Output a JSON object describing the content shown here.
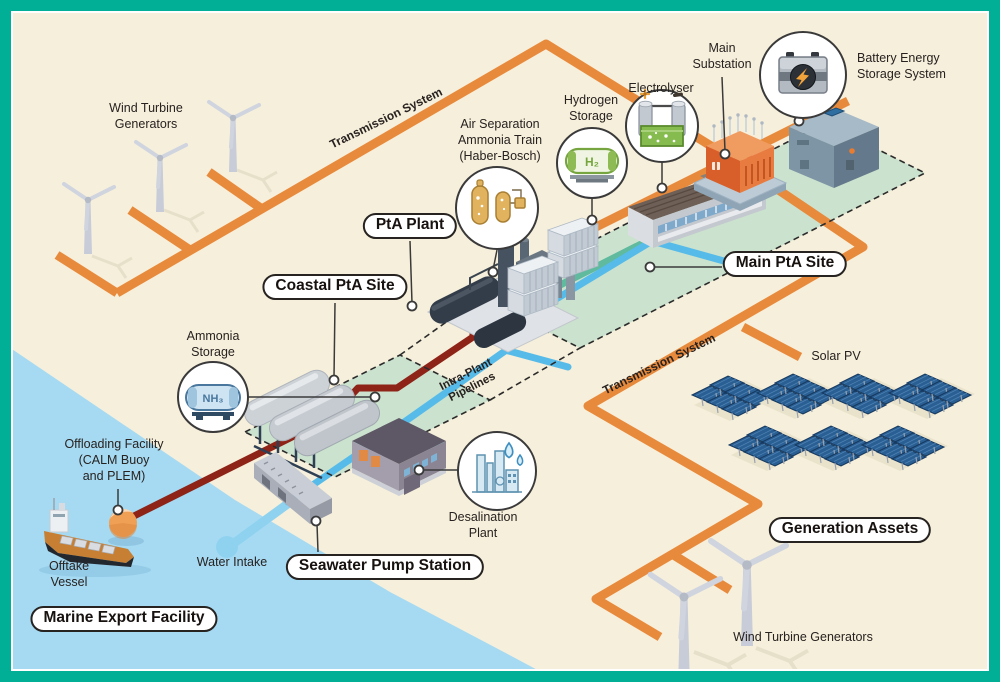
{
  "diagram": {
    "type": "isometric-infographic",
    "subject": "Power-to-Ammonia (PtA) project infrastructure overview",
    "labels": {
      "wind_top": "Wind Turbine\nGenerators",
      "transmission_top": "Transmission System",
      "air_separation": "Air Separation\nAmmonia Train\n(Haber-Bosch)",
      "hydrogen_storage": "Hydrogen\nStorage",
      "electrolyser": "Electrolyser",
      "main_substation": "Main\nSubstation",
      "battery_storage": "Battery Energy\nStorage System",
      "ammonia_storage": "Ammonia\nStorage",
      "solar_pv": "Solar PV",
      "intra_plant": "Intra-Plant\nPipelines",
      "transmission_bottom": "Transmission System",
      "offloading": "Offloading Facility\n(CALM Buoy\nand PLEM)",
      "offtake_vessel": "Offtake\nVessel",
      "water_intake": "Water Intake",
      "desalination": "Desalination\nPlant",
      "wind_bottom": "Wind Turbine Generators"
    },
    "callouts": {
      "pta_plant": "PtA Plant",
      "coastal_site": "Coastal PtA Site",
      "main_site": "Main PtA Site",
      "seawater_pump": "Seawater Pump Station",
      "marine_export": "Marine Export Facility",
      "generation_assets": "Generation Assets"
    },
    "tank_labels": {
      "h2": "H₂",
      "nh3": "NH₃"
    },
    "colors": {
      "frame_teal": "#01AE96",
      "sand": "#F6EFDB",
      "water": "#A6DAF2",
      "site_green": "#CBE2CE",
      "transmission_orange": "#E88A3C",
      "ammonia_pipe_red": "#8E2318",
      "water_pipe_blue": "#57BBE9",
      "hydrogen_pipe_teal": "#5FBA9E"
    }
  }
}
